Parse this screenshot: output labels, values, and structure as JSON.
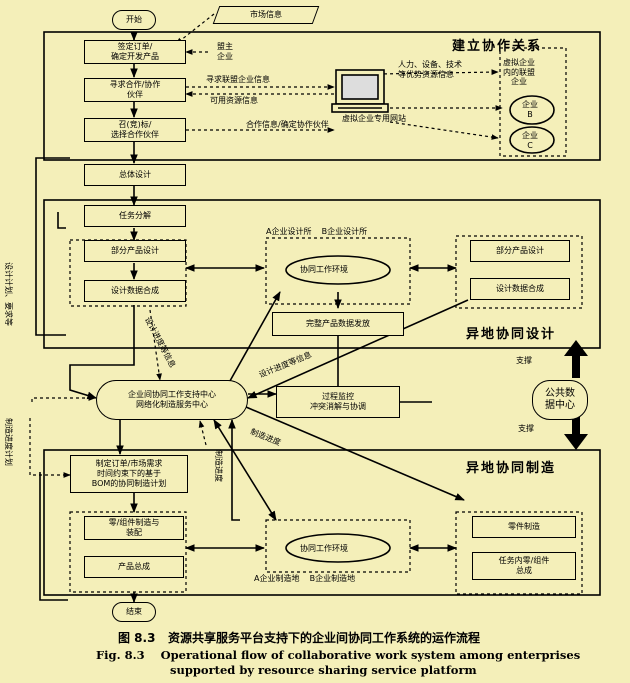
{
  "nodes": {
    "start": "开始",
    "market_info": "市场信息",
    "sign_order": "签定订单/\n确定开发产品",
    "lead_enterprise": "盟主\n企业",
    "find_partner": "寻求合作/协作\n伙伴",
    "bid": "召(竞)标/\n选择合作伙伴",
    "alliance_inner": "虚拟企业\n内的联盟\n企业",
    "ent_b": "企业\nB",
    "ent_c": "企业\nC",
    "overall_design": "总体设计",
    "task_split": "任务分解",
    "part_design_1": "部分产品设计",
    "design_merge_1": "设计数据合成",
    "part_design_2": "部分产品设计",
    "design_merge_2": "设计数据合成",
    "collab_env_1": "协同工作环境",
    "publish": "完整产品数据发放",
    "service_center": "企业间协同工作支持中心\n网络化制造服务中心",
    "monitor": "过程监控\n冲突消解与协调",
    "public_data": "公共数\n据中心",
    "make_plan": "制定订单/市场需求\n时间约束下的基于\nBOM的协同制造计划",
    "parts_mfg_1": "零/组件制造与\n装配",
    "product_assembly": "产品总成",
    "collab_env_2": "协同工作环境",
    "parts_mfg_2": "零件制造",
    "task_parts": "任务内零/组件\n总成",
    "end": "结束"
  },
  "sections": {
    "build": "建立协作关系",
    "design": "异地协同设计",
    "mfg": "异地协同制造"
  },
  "labels": {
    "resources": "人力、设备、技术\n等优势资源信息",
    "seek_alliance": "寻求联盟企业信息",
    "available_res": "可用资源信息",
    "virtual_site": "虚拟企业专用网站",
    "coop_info": "合作信息/确定协作伙伴",
    "design_sites": "A企业设计所    B企业设计所",
    "design_plan_req": "设计计划、要求等",
    "design_progress": "设计进度等信息",
    "design_progress2": "设计进度等信息",
    "mfg_progress_plan": "制造进度计划",
    "mfg_progress": "制造进度",
    "mfg_progress2": "制造进度",
    "support_1": "支撑",
    "support_2": "支撑",
    "mfg_sites": "A企业制造地    B企业制造地"
  },
  "caption": {
    "cn": "图 8.3   资源共享服务平台支持下的企业间协同工作系统的运作流程",
    "en_1": "Fig. 8.3    Operational flow of collaborative work system among enterprises",
    "en_2": "supported by resource sharing service platform"
  }
}
